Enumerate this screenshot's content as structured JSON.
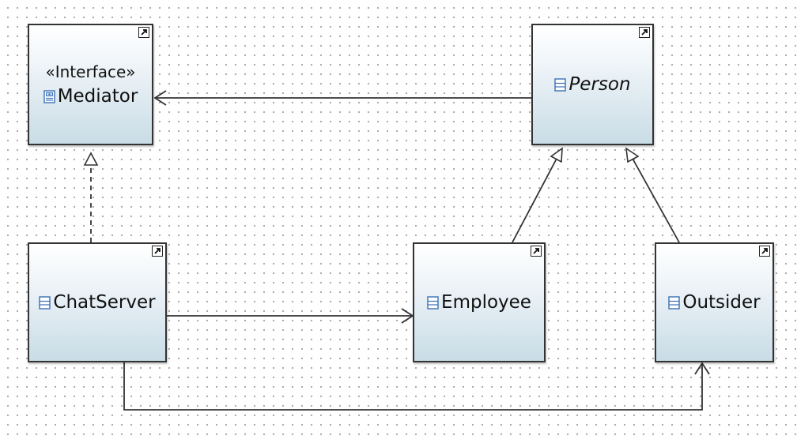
{
  "diagram": {
    "nodes": [
      {
        "id": "mediator",
        "name": "Mediator",
        "stereotype": "«Interface»",
        "kind": "interface",
        "italic": false
      },
      {
        "id": "person",
        "name": "Person",
        "stereotype": "",
        "kind": "class",
        "italic": true
      },
      {
        "id": "chatserver",
        "name": "ChatServer",
        "stereotype": "",
        "kind": "class",
        "italic": false
      },
      {
        "id": "employee",
        "name": "Employee",
        "stereotype": "",
        "kind": "class",
        "italic": false
      },
      {
        "id": "outsider",
        "name": "Outsider",
        "stereotype": "",
        "kind": "class",
        "italic": false
      }
    ],
    "edges": [
      {
        "from": "person",
        "to": "mediator",
        "type": "association"
      },
      {
        "from": "chatserver",
        "to": "mediator",
        "type": "realization"
      },
      {
        "from": "employee",
        "to": "person",
        "type": "generalization"
      },
      {
        "from": "outsider",
        "to": "person",
        "type": "generalization"
      },
      {
        "from": "chatserver",
        "to": "employee",
        "type": "association"
      },
      {
        "from": "chatserver",
        "to": "outsider",
        "type": "association"
      }
    ]
  },
  "colors": {
    "border": "#333333",
    "icon": "#3b6fb6",
    "line": "#333333"
  },
  "icons": {
    "class": "class-icon",
    "interface": "interface-icon",
    "corner": "shortcut-arrow-icon"
  }
}
